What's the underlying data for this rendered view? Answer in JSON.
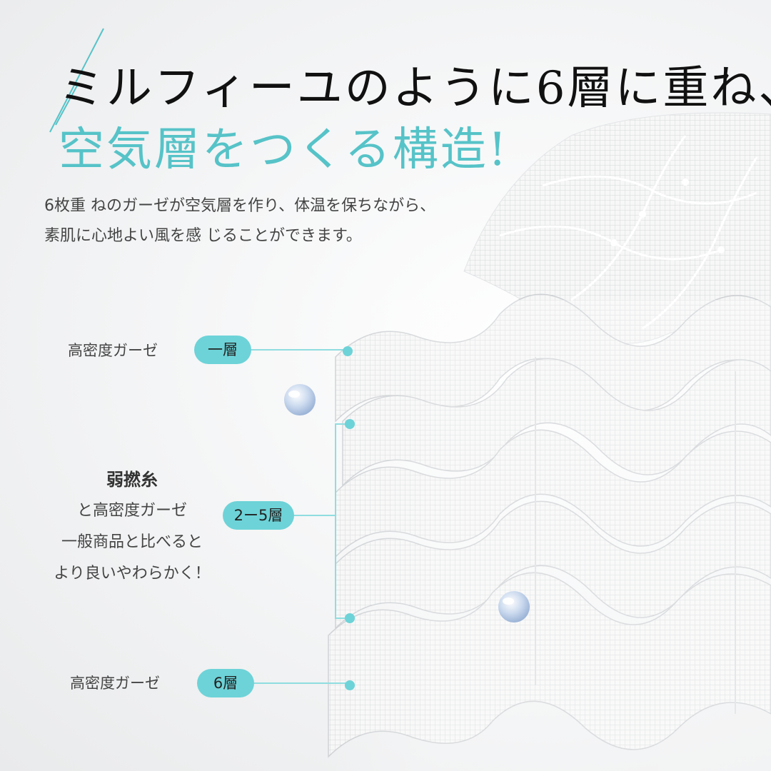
{
  "headline": {
    "line1": "ミルフィーユのように6層に重ね、",
    "line2": "空気層をつくる構造!"
  },
  "intro": {
    "line1": "6枚重 ねのガーゼが空気層を作り、体温を保ちながら、",
    "line2": "素肌に心地よい風を感 じることができます。"
  },
  "layers": {
    "top": {
      "label": "高密度ガーゼ",
      "badge": "一層"
    },
    "middle": {
      "title": "弱撚糸",
      "lines": [
        "と高密度ガーゼ",
        "一般商品と比べると",
        "より良いやわらかく！"
      ],
      "badge": "2ー5層"
    },
    "bottom": {
      "label": "高密度ガーゼ",
      "badge": "6層"
    }
  },
  "colors": {
    "accent": "#56c3c8",
    "badge": "#6dd3d8",
    "connector": "#8fdde0"
  },
  "icons": [
    "water-droplet-icon",
    "connector-dot-icon"
  ]
}
